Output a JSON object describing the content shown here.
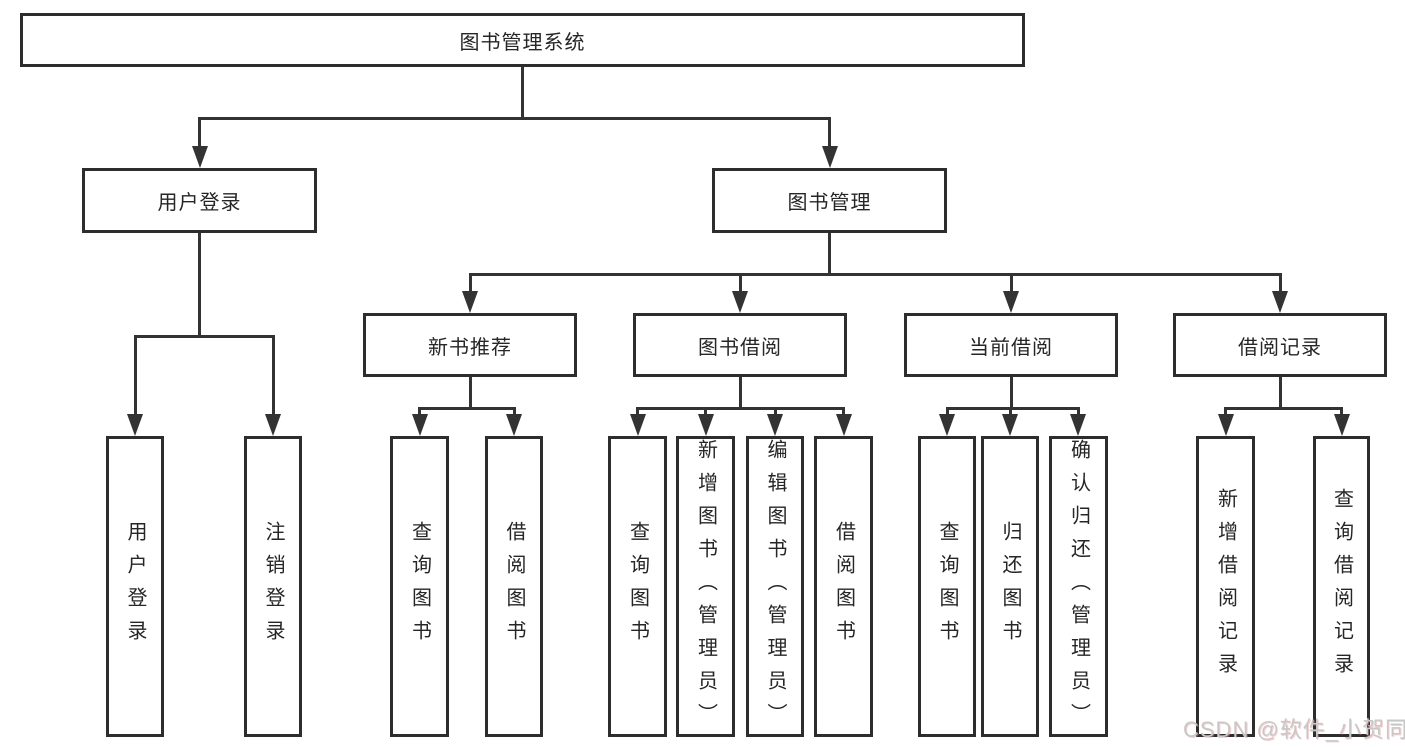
{
  "tree": {
    "label": "图书管理系统",
    "children": [
      {
        "label": "用户登录",
        "children": [
          {
            "label": "用户登录"
          },
          {
            "label": "注销登录"
          }
        ]
      },
      {
        "label": "图书管理",
        "children": [
          {
            "label": "新书推荐",
            "children": [
              {
                "label": "查询图书"
              },
              {
                "label": "借阅图书"
              }
            ]
          },
          {
            "label": "图书借阅",
            "children": [
              {
                "label": "查询图书"
              },
              {
                "label": "新增图书（管理员）"
              },
              {
                "label": "编辑图书（管理员）"
              },
              {
                "label": "借阅图书"
              }
            ]
          },
          {
            "label": "当前借阅",
            "children": [
              {
                "label": "查询图书"
              },
              {
                "label": "归还图书"
              },
              {
                "label": "确认归还（管理员）"
              }
            ]
          },
          {
            "label": "借阅记录",
            "children": [
              {
                "label": "新增借阅记录"
              },
              {
                "label": "查询借阅记录"
              }
            ]
          }
        ]
      }
    ]
  },
  "watermark": "CSDN @软件_小贺同学",
  "colors": {
    "line": "#333333",
    "box_border": "#2d2d2d",
    "text": "#262626",
    "watermark": "#c8c8c8",
    "background": "#ffffff"
  }
}
